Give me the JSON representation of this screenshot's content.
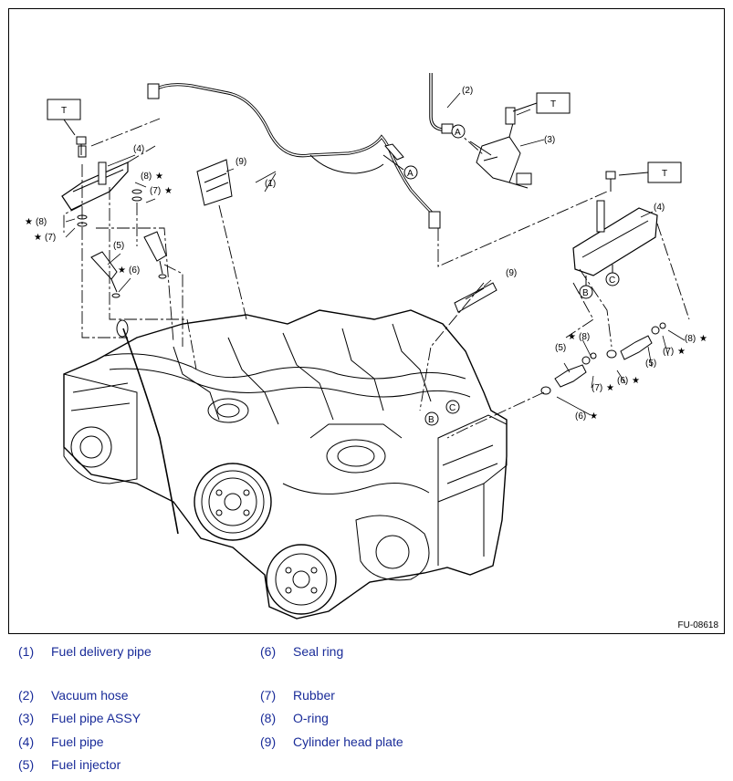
{
  "diagram": {
    "figure_id": "FU-08618",
    "torque_mark": "T",
    "callouts": {
      "n1": "(1)",
      "n2": "(2)",
      "n3": "(3)",
      "n4": "(4)",
      "n5": "(5)",
      "n6": "(6)",
      "n7": "(7)",
      "n8": "(8)",
      "n9": "(9)"
    },
    "connectors": {
      "a": "A",
      "b": "B",
      "c": "C"
    },
    "star": "★"
  },
  "legend": [
    {
      "num": "(1)",
      "text": "Fuel delivery pipe"
    },
    {
      "num": "(6)",
      "text": "Seal ring"
    },
    {
      "num": "(2)",
      "text": "Vacuum hose"
    },
    {
      "num": "(7)",
      "text": "Rubber"
    },
    {
      "num": "(3)",
      "text": "Fuel pipe ASSY"
    },
    {
      "num": "(8)",
      "text": "O-ring"
    },
    {
      "num": "(4)",
      "text": "Fuel pipe"
    },
    {
      "num": "(9)",
      "text": "Cylinder head plate"
    },
    {
      "num": "(5)",
      "text": "Fuel injector"
    }
  ],
  "colors": {
    "legend_text": "#1a2c99",
    "line": "#000000"
  }
}
